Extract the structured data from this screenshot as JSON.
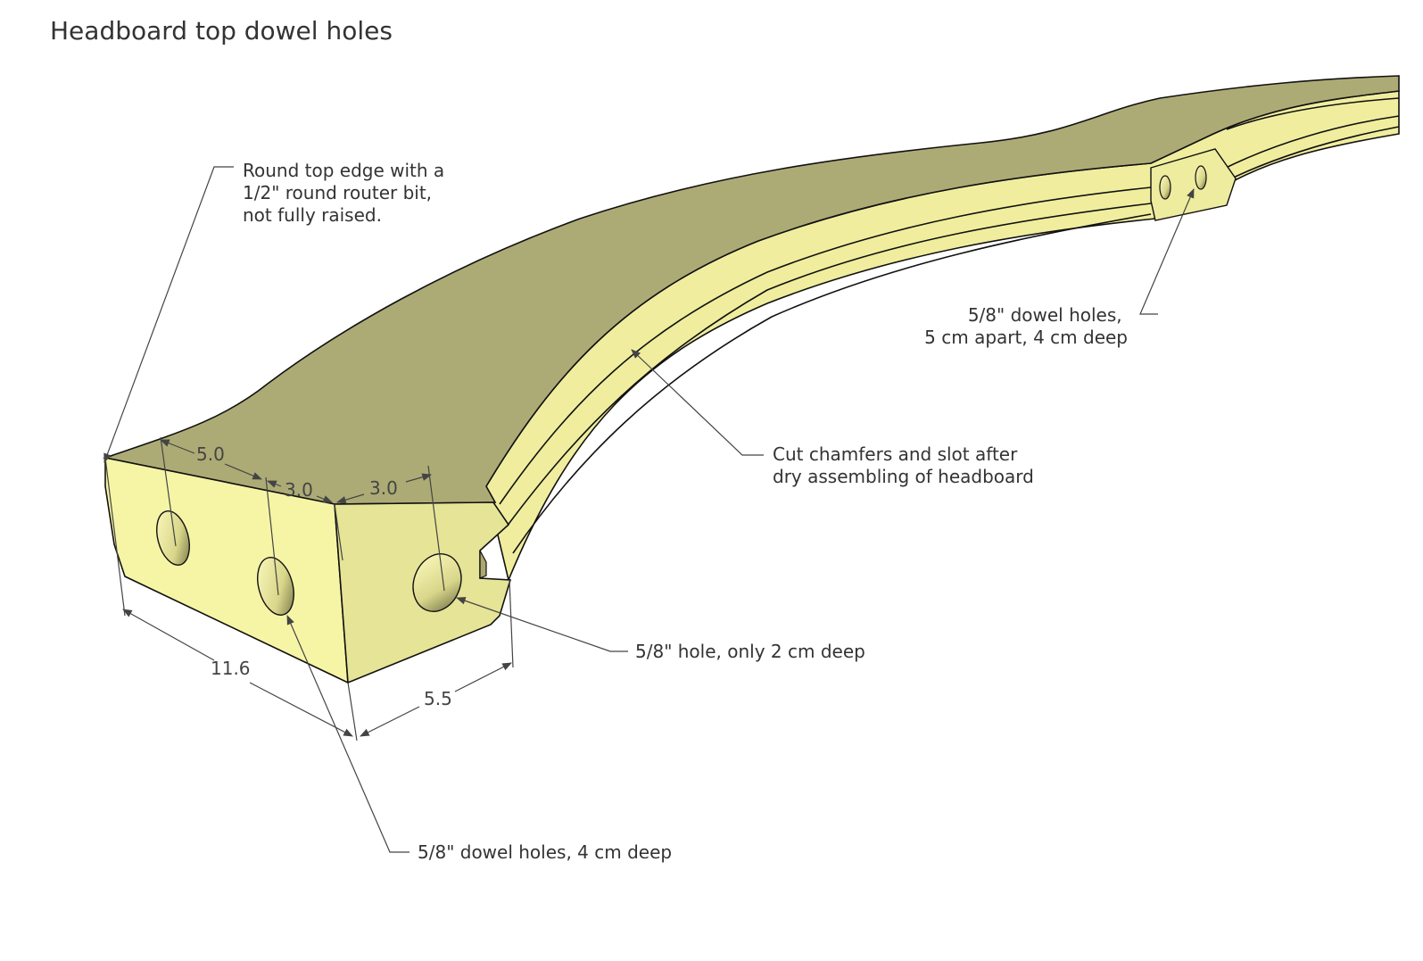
{
  "title": "Headboard top dowel holes",
  "colors": {
    "top_face": "#adab75",
    "front_face": "#f6f5a6",
    "side_face": "#e6e496",
    "slot_band": "#f3f1a8",
    "edge": "#111111"
  },
  "dimensions": {
    "d1": "5.0",
    "d2": "3.0",
    "d3": "3.0",
    "width": "11.6",
    "depth": "5.5"
  },
  "notes": {
    "round_edge": [
      "Round top edge with a",
      "1/2\" round router bit,",
      "not fully raised."
    ],
    "dowel_holes_end": [
      "5/8\" dowel holes,",
      "5 cm apart, 4 cm deep"
    ],
    "chamfers": [
      "Cut chamfers and slot after",
      "dry assembling of headboard"
    ],
    "single_hole": "5/8\" hole, only 2 cm deep",
    "dowel_holes_front": "5/8\" dowel holes, 4 cm deep"
  }
}
